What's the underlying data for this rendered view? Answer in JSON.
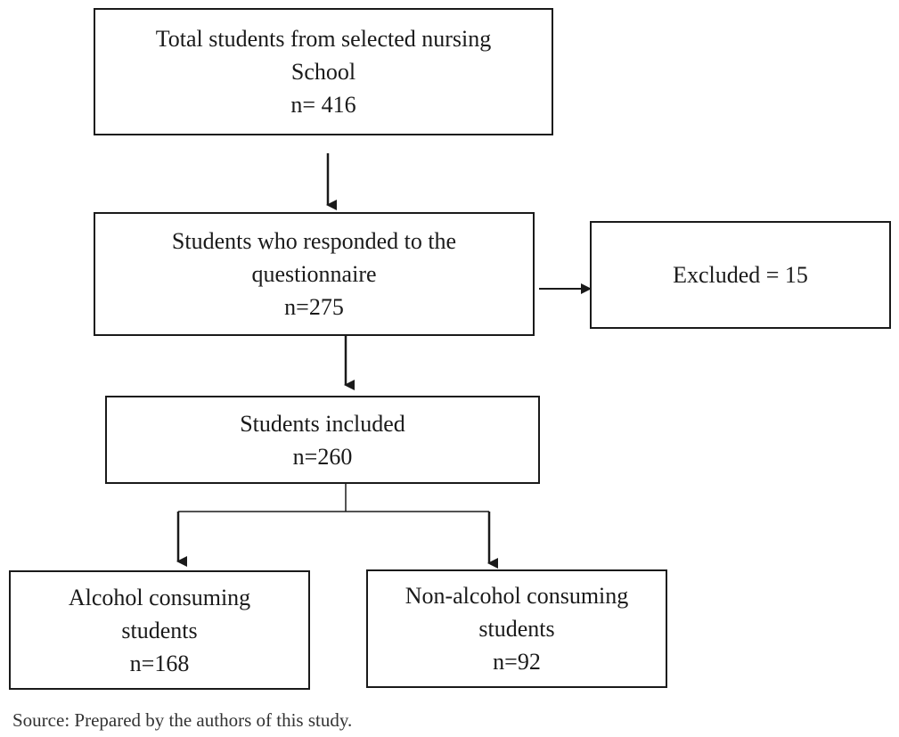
{
  "diagram": {
    "total": {
      "line1": "Total students from selected nursing",
      "line2": "School",
      "line3": "n= 416"
    },
    "responded": {
      "line1": "Students who responded to the",
      "line2": "questionnaire",
      "line3": "n=275"
    },
    "excluded": {
      "label": "Excluded = 15"
    },
    "included": {
      "line1": "Students included",
      "line2": "n=260"
    },
    "alcohol": {
      "line1": "Alcohol consuming",
      "line2": "students",
      "line3": "n=168"
    },
    "non_alcohol": {
      "line1": "Non-alcohol consuming",
      "line2": "students",
      "line3": "n=92"
    }
  },
  "source": "Source: Prepared by the authors of this study."
}
